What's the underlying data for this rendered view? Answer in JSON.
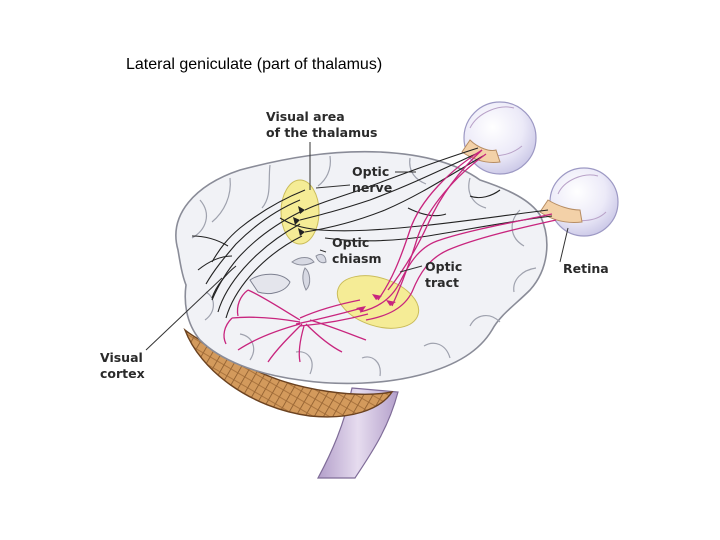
{
  "heading": "Lateral geniculate (part of thalamus)",
  "labels": {
    "visual_area_line1": "Visual area",
    "visual_area_line2": "of the thalamus",
    "optic_nerve_line1": "Optic",
    "optic_nerve_line2": "nerve",
    "optic_chiasm_line1": "Optic",
    "optic_chiasm_line2": "chiasm",
    "optic_tract_line1": "Optic",
    "optic_tract_line2": "tract",
    "retina": "Retina",
    "visual_cortex_line1": "Visual",
    "visual_cortex_line2": "cortex"
  },
  "colors": {
    "pathway": "#c8257e",
    "nerve": "#222222",
    "thalamus_highlight": "#f6ec8e",
    "brain": "#f1f2f6",
    "cerebellum": "#c98a4c",
    "brainstem": "#c9b6d9",
    "eyeball": "#ecebf7"
  }
}
